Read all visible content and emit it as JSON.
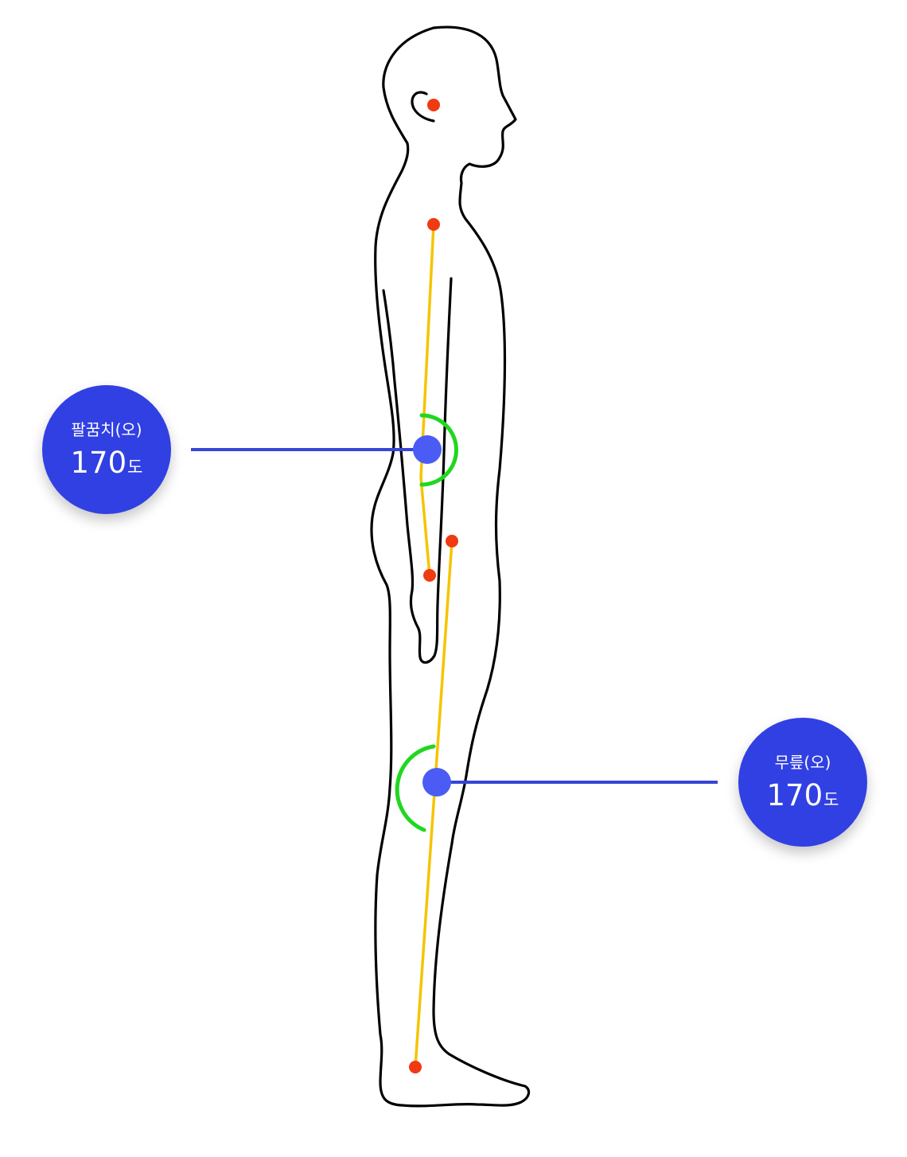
{
  "measurements": {
    "elbow": {
      "label": "팔꿈치(오)",
      "value": "170",
      "unit": "도"
    },
    "knee": {
      "label": "무릎(오)",
      "value": "170",
      "unit": "도"
    }
  },
  "colors": {
    "badge": "#3140e2",
    "connector": "#3646d6",
    "joint": "#4b5cf4",
    "point": "#f03a12",
    "segment": "#f5c400",
    "arc": "#1fd81f"
  }
}
